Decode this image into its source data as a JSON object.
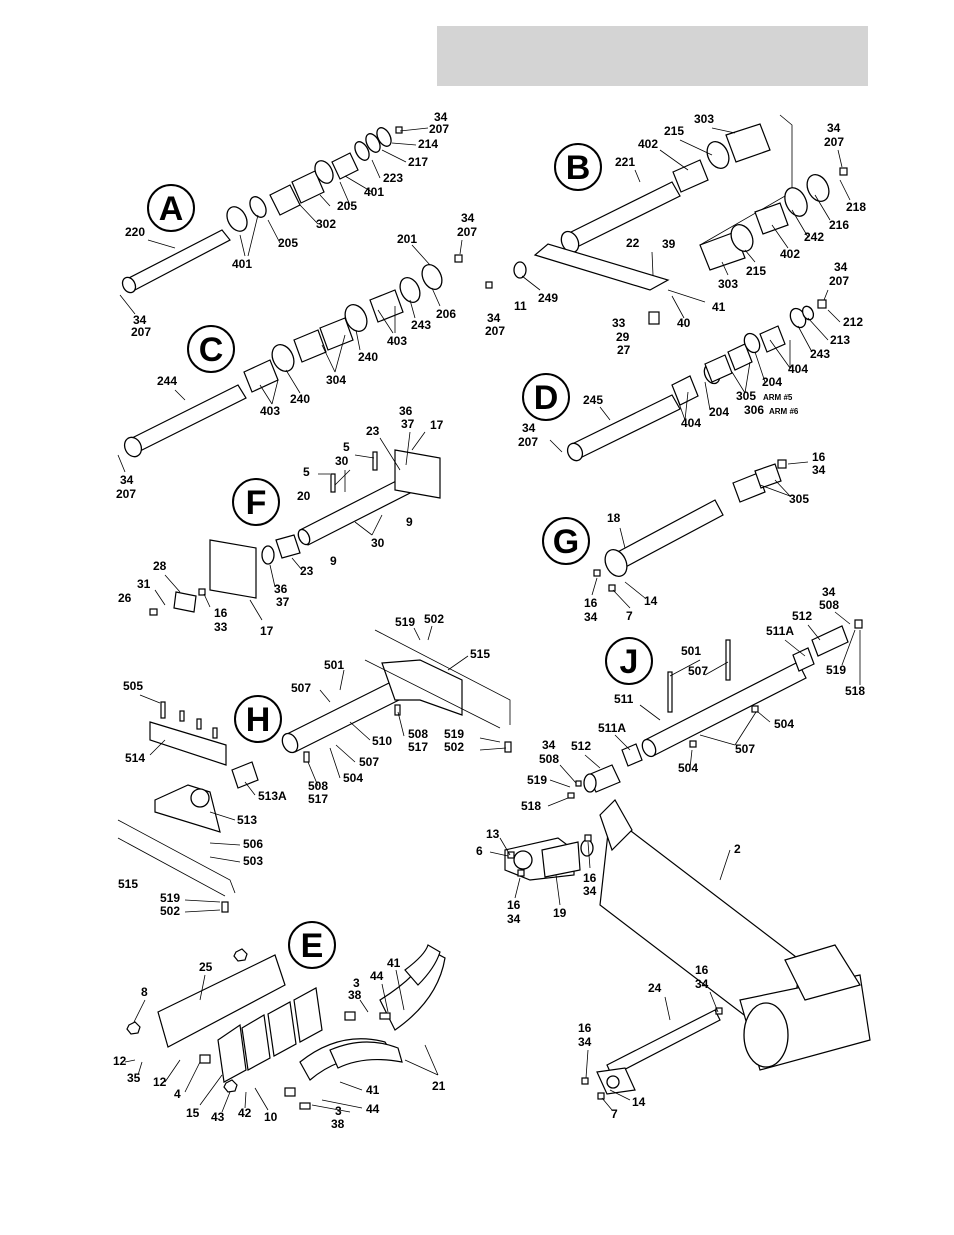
{
  "header": {
    "text": ""
  },
  "sections": [
    "A",
    "B",
    "C",
    "D",
    "E",
    "F",
    "G",
    "H",
    "J"
  ],
  "callouts": {
    "a_1": "34",
    "a_2": "207",
    "a_3": "214",
    "a_4": "217",
    "a_5": "223",
    "a_6": "401",
    "a_7": "205",
    "a_8": "302",
    "a_9": "205",
    "a_10": "401",
    "a_11": "220",
    "a_12": "34",
    "a_13": "207",
    "b_1": "303",
    "b_2": "215",
    "b_3": "402",
    "b_4": "221",
    "b_5": "34",
    "b_6": "207",
    "b_7": "218",
    "b_8": "216",
    "b_9": "242",
    "b_10": "402",
    "b_11": "215",
    "b_12": "303",
    "b_13": "22",
    "b_14": "39",
    "b_15": "41",
    "b_16": "40",
    "b_17": "249",
    "b_18": "11",
    "b_19": "34",
    "b_20": "207",
    "b_21": "33",
    "b_22": "29",
    "b_23": "27",
    "c_1": "34",
    "c_2": "207",
    "c_3": "201",
    "c_4": "206",
    "c_5": "243",
    "c_6": "403",
    "c_7": "240",
    "c_8": "304",
    "c_9": "240",
    "c_10": "403",
    "c_11": "244",
    "c_12": "34",
    "c_13": "207",
    "d_1": "34",
    "d_2": "207",
    "d_3": "212",
    "d_4": "213",
    "d_5": "243",
    "d_6": "404",
    "d_7": "204",
    "d_8": "305",
    "d_9": "ARM #5",
    "d_10": "306",
    "d_11": "ARM #6",
    "d_12": "204",
    "d_13": "404",
    "d_14": "245",
    "d_15": "34",
    "d_16": "207",
    "f_1": "36",
    "f_2": "37",
    "f_3": "17",
    "f_4": "23",
    "f_5": "5",
    "f_6": "30",
    "f_7": "5",
    "f_8": "20",
    "f_9": "9",
    "f_10": "30",
    "f_11": "9",
    "f_12": "23",
    "f_13": "36",
    "f_14": "37",
    "f_15": "17",
    "f_16": "28",
    "f_17": "31",
    "f_18": "26",
    "f_19": "16",
    "f_20": "33",
    "g_1": "16",
    "g_2": "34",
    "g_3": "305",
    "g_4": "18",
    "g_5": "16",
    "g_6": "34",
    "g_7": "7",
    "g_8": "14",
    "h_1": "519",
    "h_2": "502",
    "h_3": "515",
    "h_4": "501",
    "h_5": "507",
    "h_6": "505",
    "h_7": "514",
    "h_8": "510",
    "h_9": "508",
    "h_10": "517",
    "h_11": "519",
    "h_12": "502",
    "h_13": "507",
    "h_14": "504",
    "h_15": "508",
    "h_16": "517",
    "h_17": "513A",
    "h_18": "513",
    "h_19": "506",
    "h_20": "503",
    "h_21": "515",
    "h_22": "519",
    "h_23": "502",
    "j_1": "34",
    "j_2": "508",
    "j_3": "512",
    "j_4": "511A",
    "j_5": "519",
    "j_6": "518",
    "j_7": "501",
    "j_8": "507",
    "j_9": "504",
    "j_10": "511",
    "j_11": "507",
    "j_12": "504",
    "j_13": "34",
    "j_14": "508",
    "j_15": "512",
    "j_16": "511A",
    "j_17": "519",
    "j_18": "518",
    "m_1": "2",
    "m_2": "13",
    "m_3": "6",
    "m_4": "16",
    "m_5": "34",
    "m_6": "19",
    "m_7": "16",
    "m_8": "34",
    "m_9": "24",
    "m_10": "16",
    "m_11": "34",
    "m_12": "16",
    "m_13": "34",
    "m_14": "14",
    "m_15": "7",
    "e_1": "25",
    "e_2": "8",
    "e_3": "12",
    "e_4": "35",
    "e_5": "12",
    "e_6": "4",
    "e_7": "15",
    "e_8": "43",
    "e_9": "42",
    "e_10": "10",
    "e_11": "3",
    "e_12": "38",
    "e_13": "44",
    "e_14": "41",
    "e_15": "21",
    "e_16": "41",
    "e_17": "44",
    "e_18": "3",
    "e_19": "38"
  }
}
